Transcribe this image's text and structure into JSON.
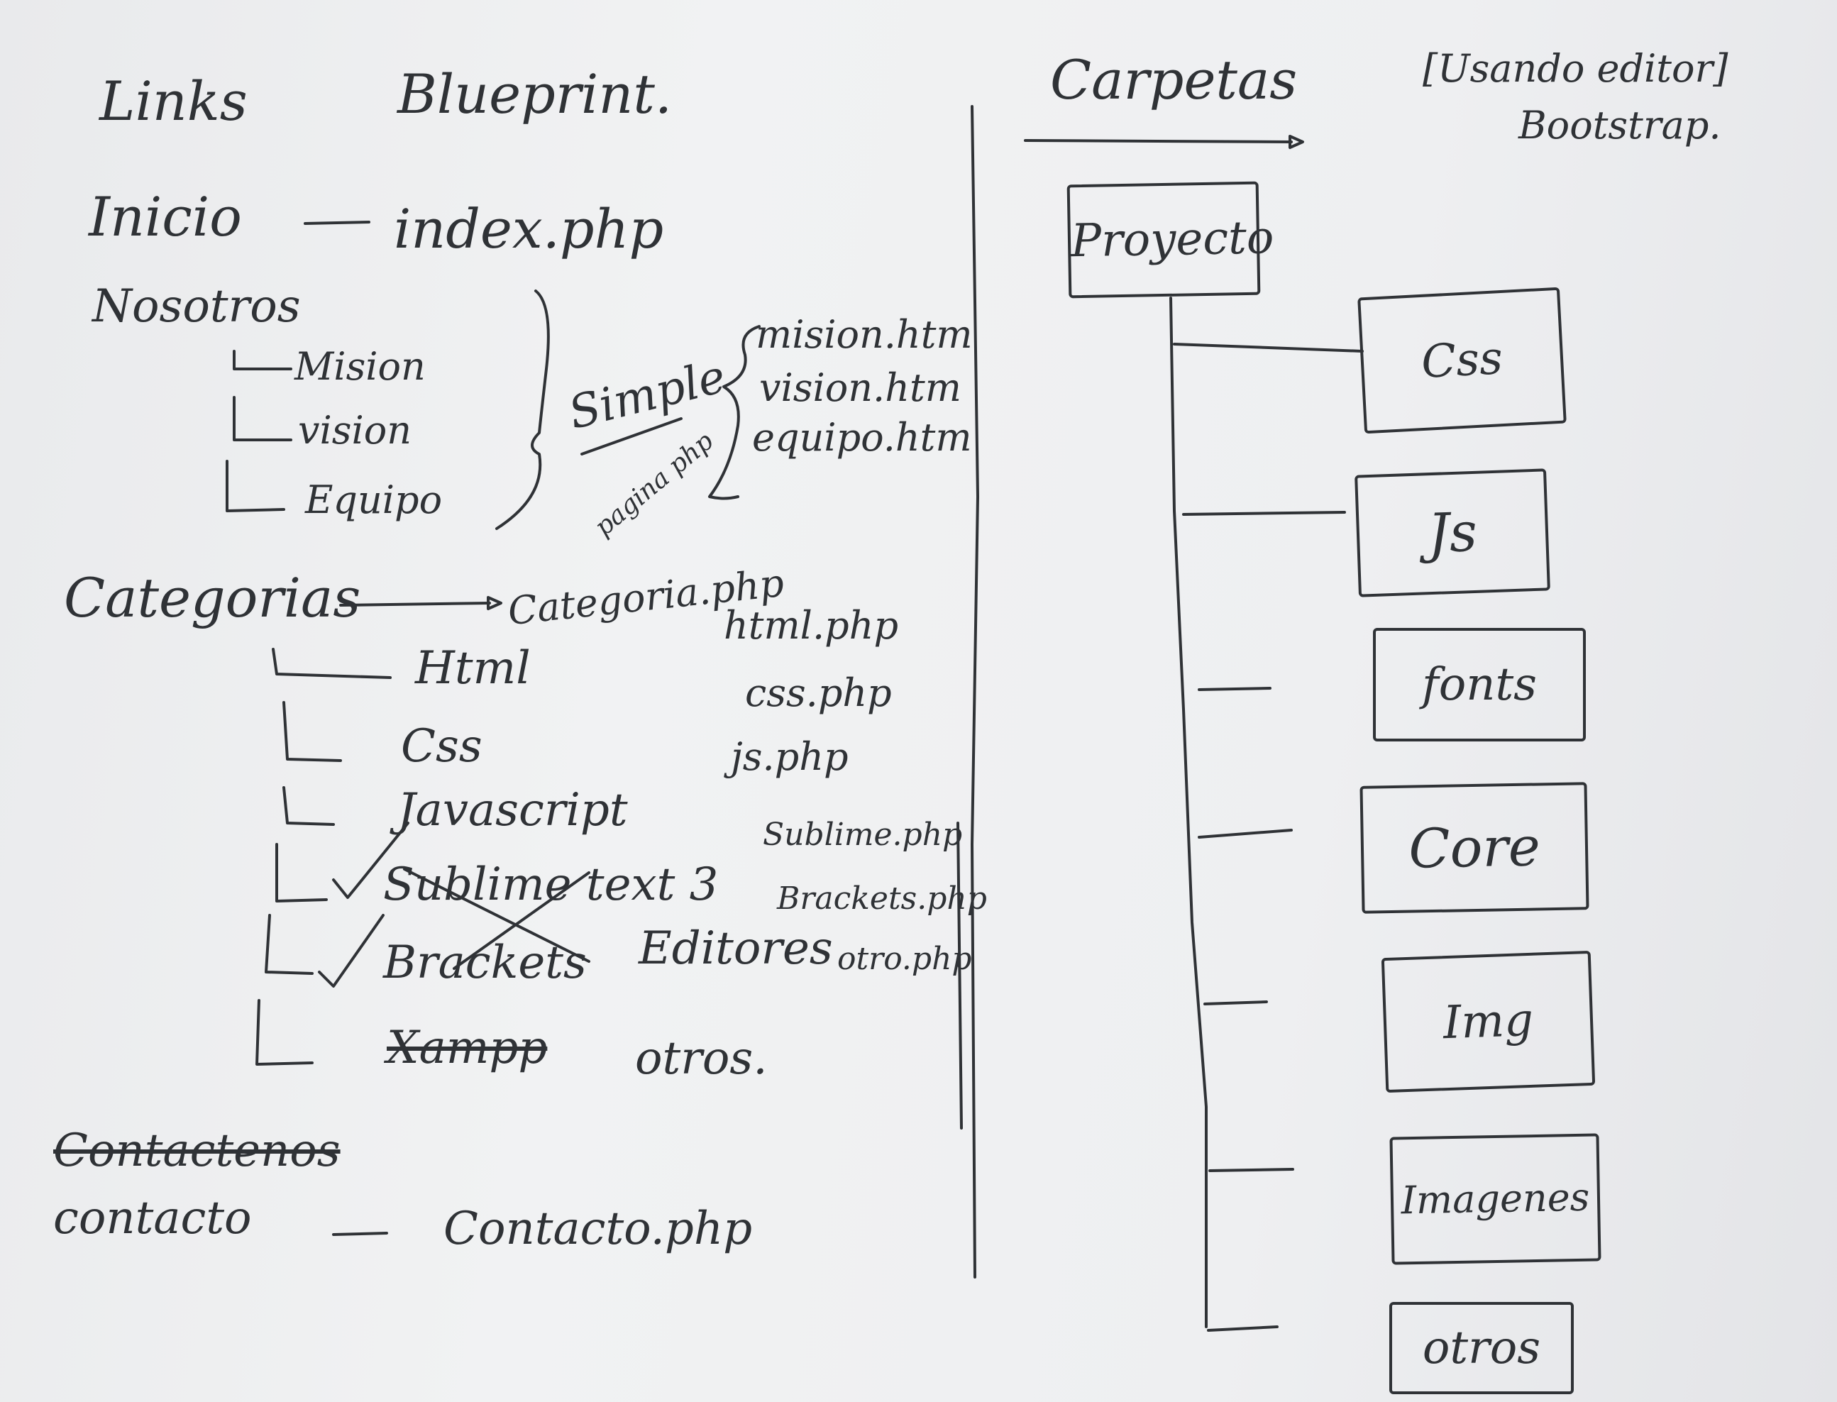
{
  "header": {
    "links": "Links",
    "blueprint": "Blueprint.",
    "carpetas": "Carpetas",
    "note_line1": "[Usando editor]",
    "note_line2": "Bootstrap."
  },
  "links": {
    "inicio": "Inicio",
    "inicio_file": "index.php",
    "nosotros": "Nosotros",
    "nosotros_children": [
      "Mision",
      "vision",
      "Equipo"
    ],
    "simple": "Simple",
    "pagina_php": "pagina php",
    "nosotros_files": [
      "mision.htm",
      "vision.htm",
      "equipo.htm"
    ],
    "categorias": "Categorias",
    "categorias_file": "Categoria.php",
    "categorias_children": [
      "Html",
      "Css",
      "Javascript",
      "Sublime text 3",
      "Brackets",
      "Xampp"
    ],
    "otros": "otros.",
    "editores": "Editores",
    "categorias_files": [
      "html.php",
      "css.php",
      "js.php",
      "Sublime.php",
      "Brackets.php",
      "otro.php"
    ],
    "contactenos": "Contactenos",
    "contacto": "contacto",
    "contacto_file": "Contacto.php"
  },
  "folders": {
    "root": "Proyecto",
    "children": [
      "Css",
      "Js",
      "fonts",
      "Core",
      "Img",
      "Imagenes",
      "otros"
    ]
  }
}
